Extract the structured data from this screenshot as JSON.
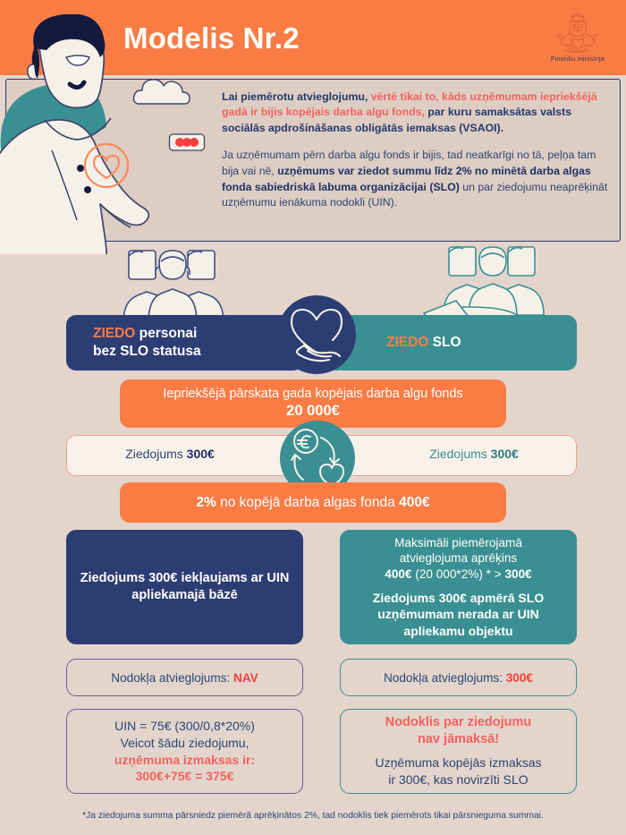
{
  "header": {
    "title": "Modelis Nr.2",
    "ministry_label": "Finanšu ministrija",
    "crest_icon": "latvia-coat-of-arms-icon",
    "bg_color": "#f97c45"
  },
  "intro": {
    "paragraph1": {
      "part1": "Lai piemērotu atvieglojumu, ",
      "highlight": "vērtē tikai to, kāds uzņēmumam iepriekšējā gadā ir bijis kopējais darba algu fonds,",
      "part2": " par kuru samaksātas valsts sociālās apdrošināšanas obligātās iemaksas (VSAOI)."
    },
    "paragraph2": {
      "part1": "Ja uzņēmumam pērn darba algu fonds ir bijis, tad neatkarīgi no tā, peļņa tam bija vai nē, ",
      "bold": "uzņēmums var ziedot summu līdz 2% no minētā darba algas fonda sabiedriskā labuma organizācijai (SLO)",
      "part2": " un par ziedojumu neaprēķināt uzņēmumu ienākuma nodokli (UIN)."
    },
    "highlight_color": "#f4625e",
    "text_color": "#24386b"
  },
  "branches": {
    "left": {
      "badge_accent": "ZIEDO",
      "badge_rest_line1": " personai",
      "badge_rest_line2": "bez SLO statusa",
      "color": "#2c3d74",
      "donation_label": "Ziedojums ",
      "donation_value": "300€",
      "result": "Ziedojums 300€ iekļaujams ar UIN apliekamajā bāzē",
      "relief_label": "Nodokļa atvieglojums: ",
      "relief_value": "NAV",
      "bottom_line1": "UIN = 75€ (300/0,8*20%)",
      "bottom_line2": "Veicot šādu ziedojumu,",
      "bottom_red1": "uzņēmuma izmaksas ir:",
      "bottom_red2": "300€+75€ = 375€"
    },
    "right": {
      "badge_accent": "ZIEDO",
      "badge_rest": " SLO",
      "color": "#3a8f92",
      "donation_label": "Ziedojums ",
      "donation_value": "300€",
      "result_line1": "Maksimāli piemērojamā",
      "result_line2": "atvieglojuma aprēķins",
      "result_line3_a": "400€",
      "result_line3_b": " (20 000*2%) * > ",
      "result_line3_c": "300€",
      "result_line4": "Ziedojums 300€ apmērā SLO uzņēmumam nerada ar UIN apliekamu objektu",
      "relief_label": "Nodokļa atvieglojums: ",
      "relief_value": "300€",
      "bottom_red1": "Nodoklis par ziedojumu",
      "bottom_red2": "nav jāmaksā!",
      "bottom_line1": "Uzņēmuma kopējās izmaksas",
      "bottom_line2": "ir 300€, kas novirzīti SLO"
    }
  },
  "bars": {
    "fund_label": "Iepriekšējā pārskata gada kopējais darba algu fonds",
    "fund_value": "20 000€",
    "pct_bold1": "2%",
    "pct_mid": " no kopējā darba algas fonda ",
    "pct_bold2": "400€",
    "color": "#f97c45"
  },
  "icons": {
    "heart_hand": "heart-hand-icon",
    "euro_cycle": "euro-cycle-heart-icon",
    "people_left": "people-group-icon",
    "people_right": "people-group-donation-icon",
    "person_illustration": "person-with-heart-illustration",
    "cloud": "cloud-icon",
    "dots": "three-dots-icon"
  },
  "footnote": "*Ja ziedojuma summa pārsniedz piemērā aprēķinātos 2%, tad nodoklis tiek piemērots tikai pārsnieguma summai."
}
